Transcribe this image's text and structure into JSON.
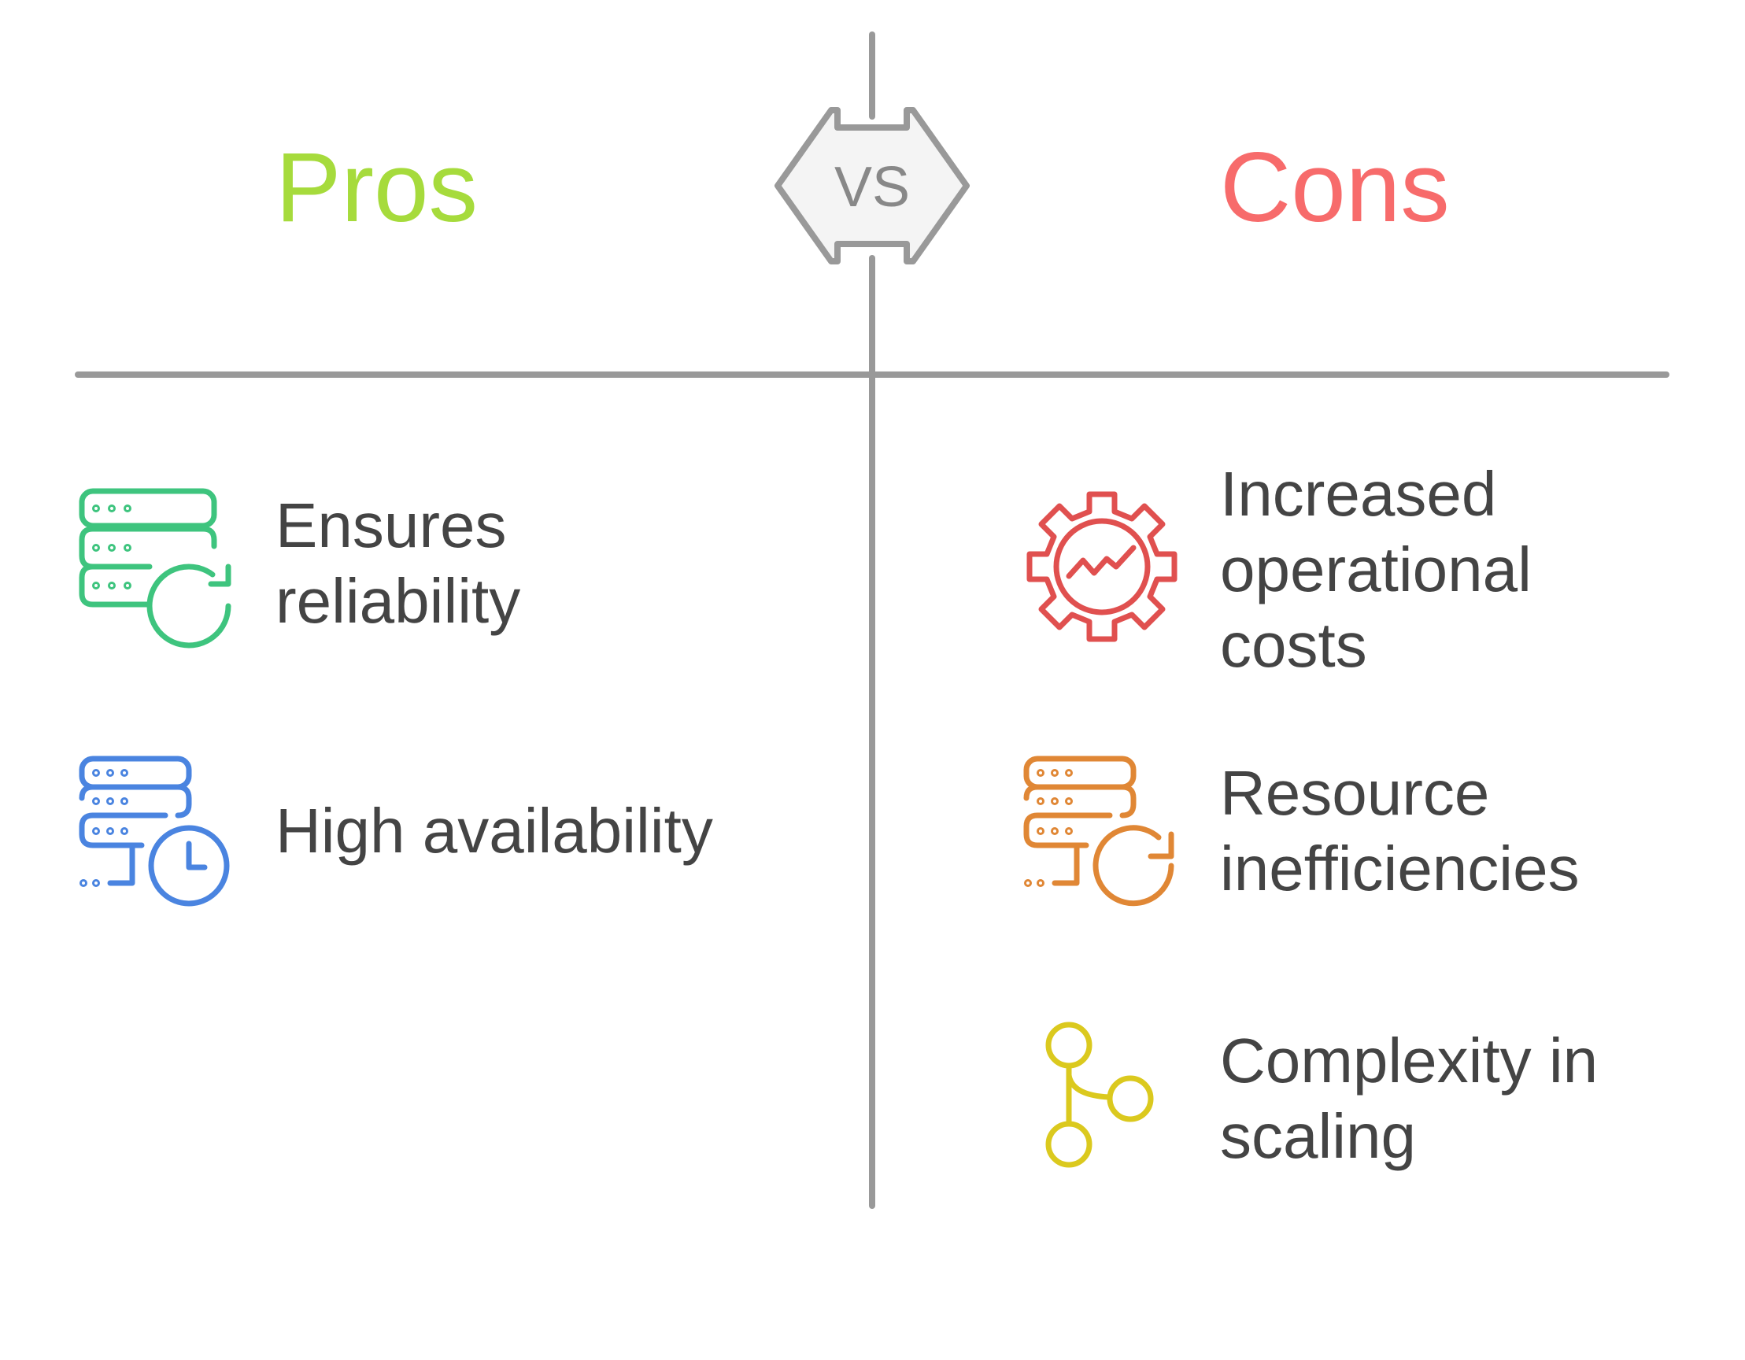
{
  "header": {
    "pros_title": "Pros",
    "cons_title": "Cons",
    "vs_label": "VS"
  },
  "colors": {
    "pros_title": "#a6db3c",
    "cons_title": "#f76b6b",
    "divider": "#999999",
    "vs_fill": "#f4f4f4",
    "text": "#444444"
  },
  "pros": [
    {
      "label": "Ensures\nreliability",
      "icon": "server-refresh-icon",
      "color": "#3ec47e"
    },
    {
      "label": "High availability",
      "icon": "server-clock-icon",
      "color": "#4a84e0"
    }
  ],
  "cons": [
    {
      "label": "Increased\noperational\ncosts",
      "icon": "gear-chart-icon",
      "color": "#e0504f"
    },
    {
      "label": "Resource\ninefficiencies",
      "icon": "server-refresh-icon",
      "color": "#e08735"
    },
    {
      "label": "Complexity in\nscaling",
      "icon": "branch-nodes-icon",
      "color": "#dbc91e"
    }
  ]
}
